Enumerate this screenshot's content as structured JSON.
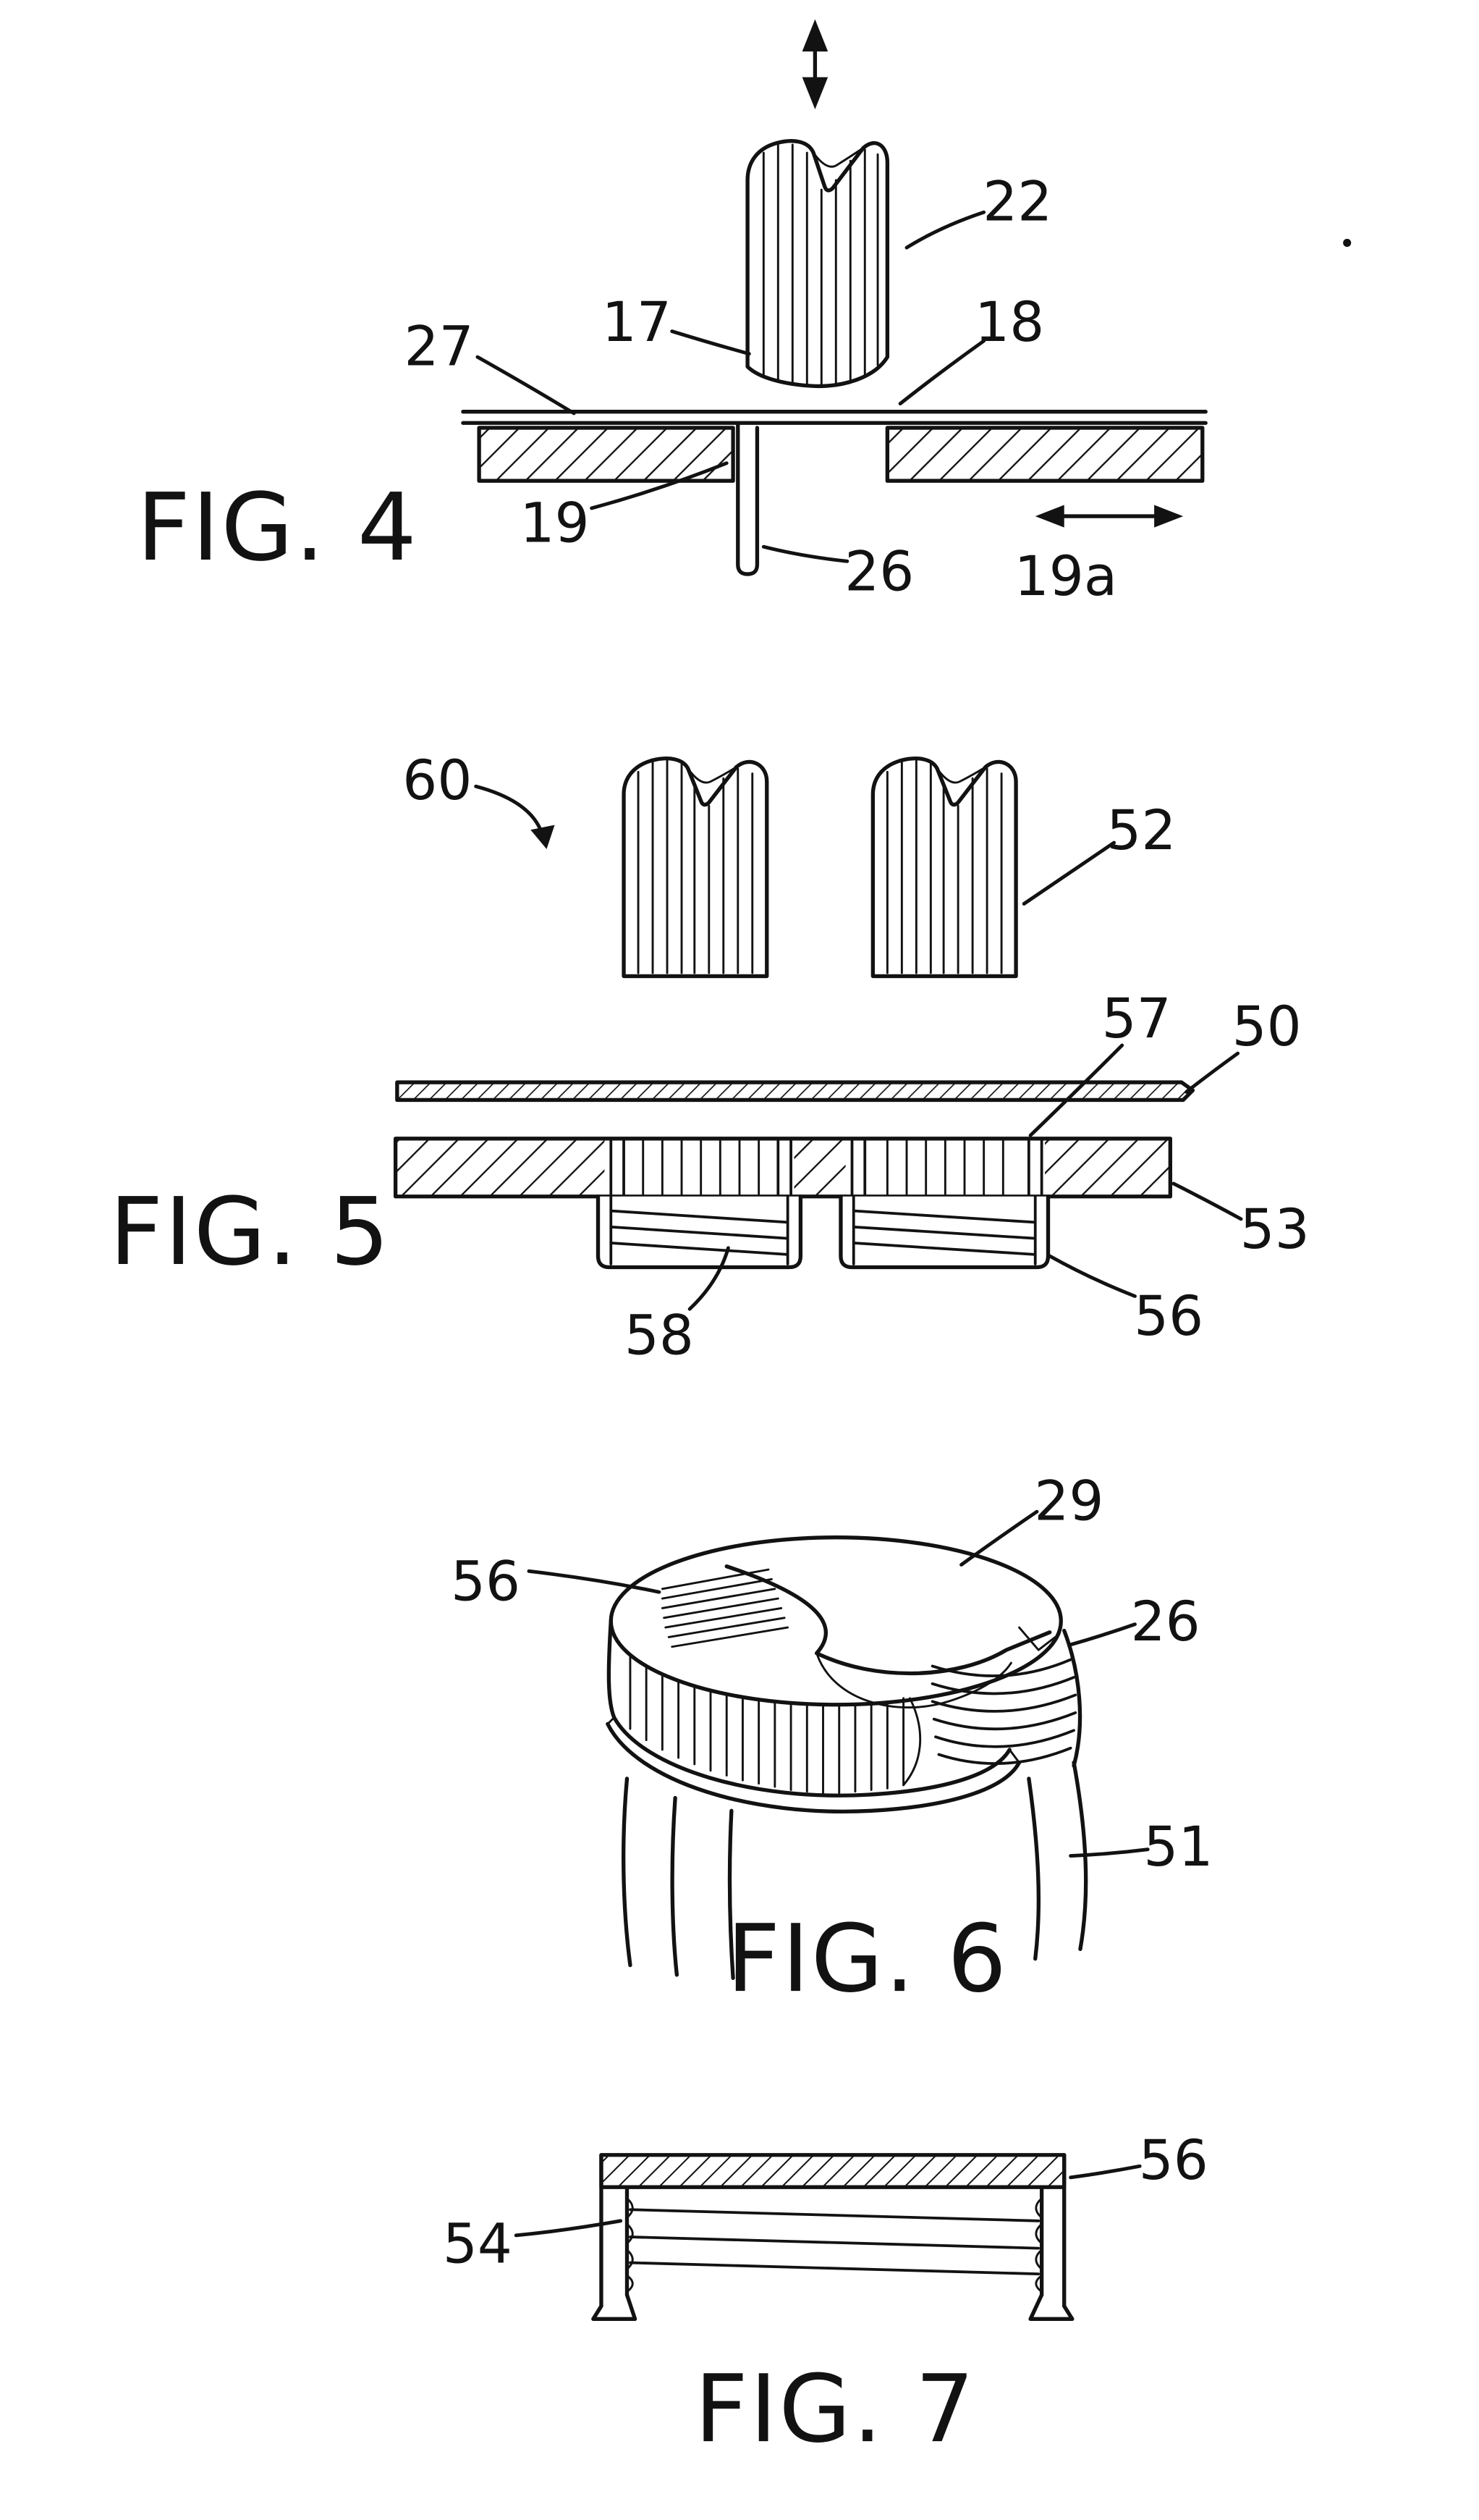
{
  "page": {
    "background": "#ffffff",
    "ink": "#121212",
    "type_note": "patent line drawing sheet"
  },
  "figures": {
    "fig4": {
      "caption": "FIG. 4",
      "labels": {
        "punch": "22",
        "punch_edge": "17",
        "die_slot": "18",
        "film": "27",
        "plate": "19",
        "flap": "26",
        "slide_direction": "19a"
      }
    },
    "fig5": {
      "caption": "FIG. 5",
      "labels": {
        "assembly": "60",
        "pins": "52",
        "liner": "57",
        "film": "50",
        "plate": "53",
        "left_boss": "58",
        "right_boss": "56"
      }
    },
    "fig6": {
      "caption": "FIG. 6",
      "labels": {
        "cap_thread_part": "56",
        "cap_top": "29",
        "neck_threads": "26",
        "container": "51"
      }
    },
    "fig7": {
      "caption": "FIG. 7",
      "labels": {
        "wall": "54",
        "cap_section": "56"
      }
    }
  }
}
